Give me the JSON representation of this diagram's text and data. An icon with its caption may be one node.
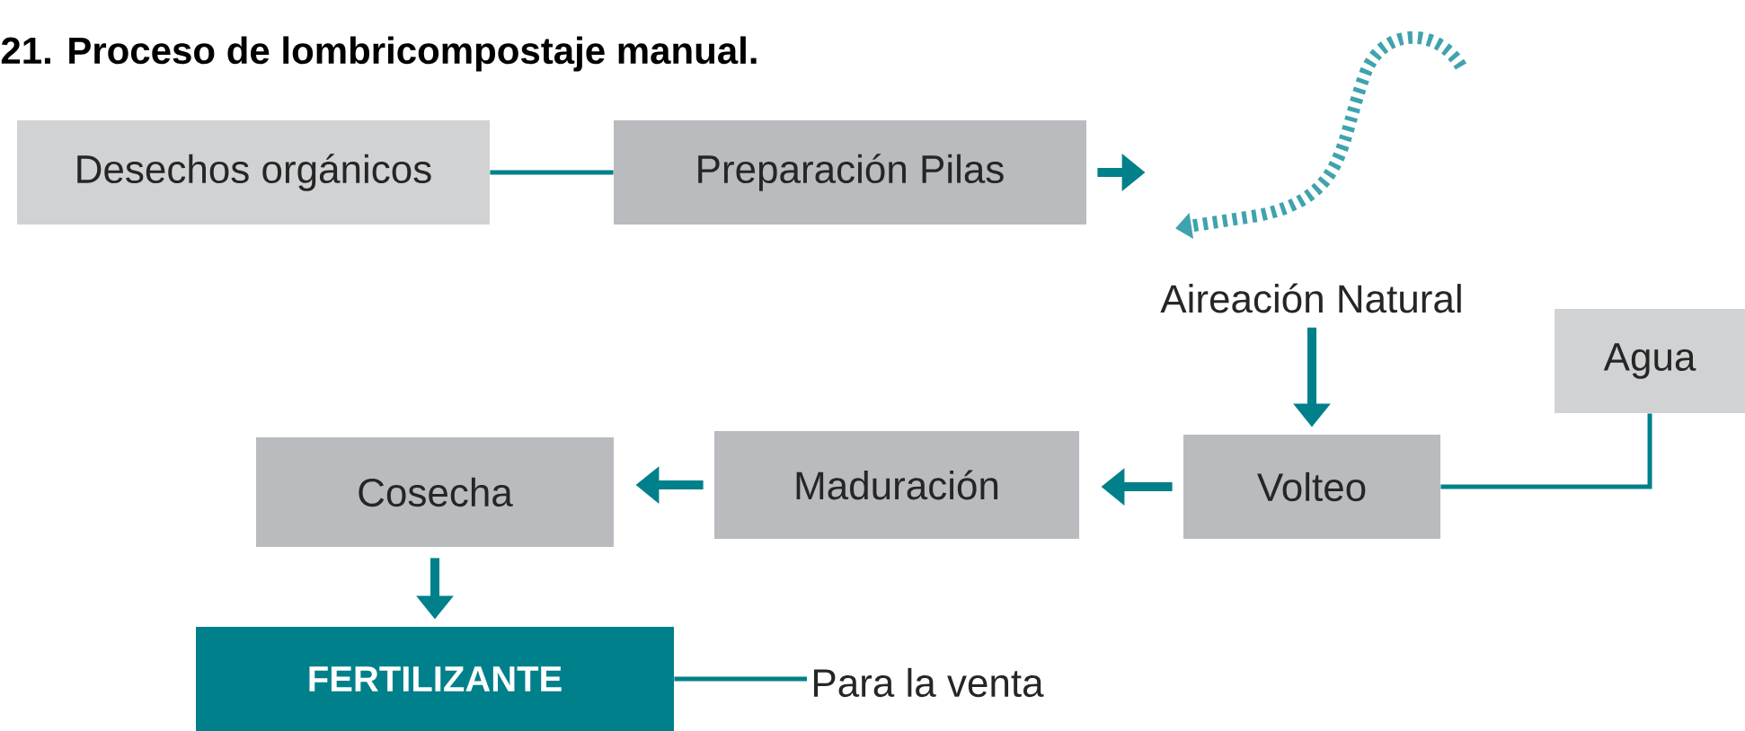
{
  "diagram": {
    "title": "21. Proceso de lombricompostaje manual.",
    "nodes": [
      {
        "text": [
          "Desechos orgánicos"
        ]
      },
      {
        "text": [
          "Preparación Pilas"
        ]
      },
      {
        "text": [],
        "shape": "picture"
      },
      {
        "text": [
          "Aireación Natural"
        ]
      },
      {
        "text": [
          "Agua"
        ]
      },
      {
        "text": [
          "Volteo"
        ]
      },
      {
        "text": [
          "Maduración"
        ]
      },
      {
        "text": [
          "Cosecha"
        ]
      },
      {
        "text": [
          "FERTILIZANTE"
        ]
      },
      {
        "text": [
          "Para la venta"
        ]
      }
    ],
    "edges": [
      {
        "from": 0,
        "to": 1,
        "arrow": "none"
      },
      {
        "from": 1,
        "to": 2,
        "arrow": "to"
      },
      {
        "from": 3,
        "to": 5,
        "arrow": "to"
      },
      {
        "from": 4,
        "to": 5,
        "arrow": "none"
      },
      {
        "from": 5,
        "to": 6,
        "arrow": "to"
      },
      {
        "from": 6,
        "to": 7,
        "arrow": "to"
      },
      {
        "from": 7,
        "to": 8,
        "arrow": "to"
      },
      {
        "from": 8,
        "to": 9,
        "arrow": "none"
      }
    ]
  }
}
